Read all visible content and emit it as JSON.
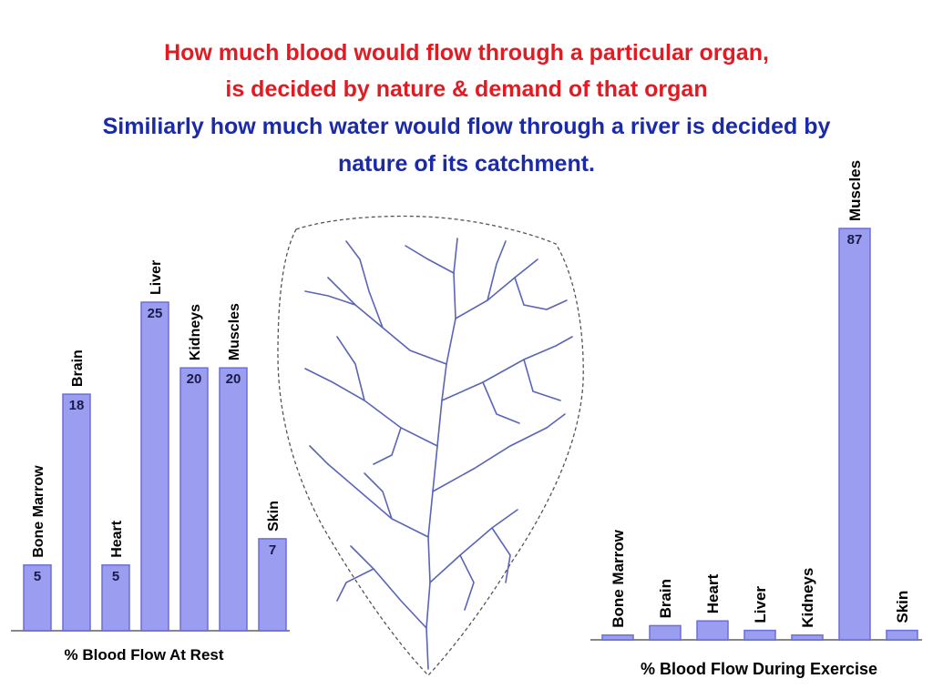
{
  "heading": {
    "line1": "How much blood would flow through a particular organ,",
    "line2": "is decided by nature & demand of that organ",
    "line3": "Similiarly how much water would flow through a river is decided by",
    "line4": "nature of  its catchment."
  },
  "colors": {
    "bar": "#9b9ef0",
    "bar_edge": "#6a6fd6",
    "red_text": "#e21b23",
    "blue_text": "#1a2aa8",
    "river": "#5a64b8"
  },
  "chart_data": [
    {
      "type": "bar",
      "title": "% Blood Flow At Rest",
      "categories": [
        "Bone Marrow",
        "Brain",
        "Heart",
        "Liver",
        "Kidneys",
        "Muscles",
        "Skin"
      ],
      "values": [
        5,
        18,
        5,
        25,
        20,
        20,
        7
      ],
      "value_labels": [
        "5",
        "18",
        "5",
        "25",
        "20",
        "20",
        "7"
      ],
      "ylim": [
        0,
        25
      ],
      "grid": false
    },
    {
      "type": "bar",
      "title": "% Blood Flow During Exercise",
      "categories": [
        "Bone Marrow",
        "Brain",
        "Heart",
        "Liver",
        "Kidneys",
        "Muscles",
        "Skin"
      ],
      "values": [
        1,
        3,
        4,
        2,
        1,
        87,
        2
      ],
      "value_labels": [
        "",
        "",
        "",
        "",
        "",
        "87",
        ""
      ],
      "ylim": [
        0,
        87
      ],
      "grid": false
    }
  ],
  "catchment_icon": "river-catchment-drainage-icon"
}
